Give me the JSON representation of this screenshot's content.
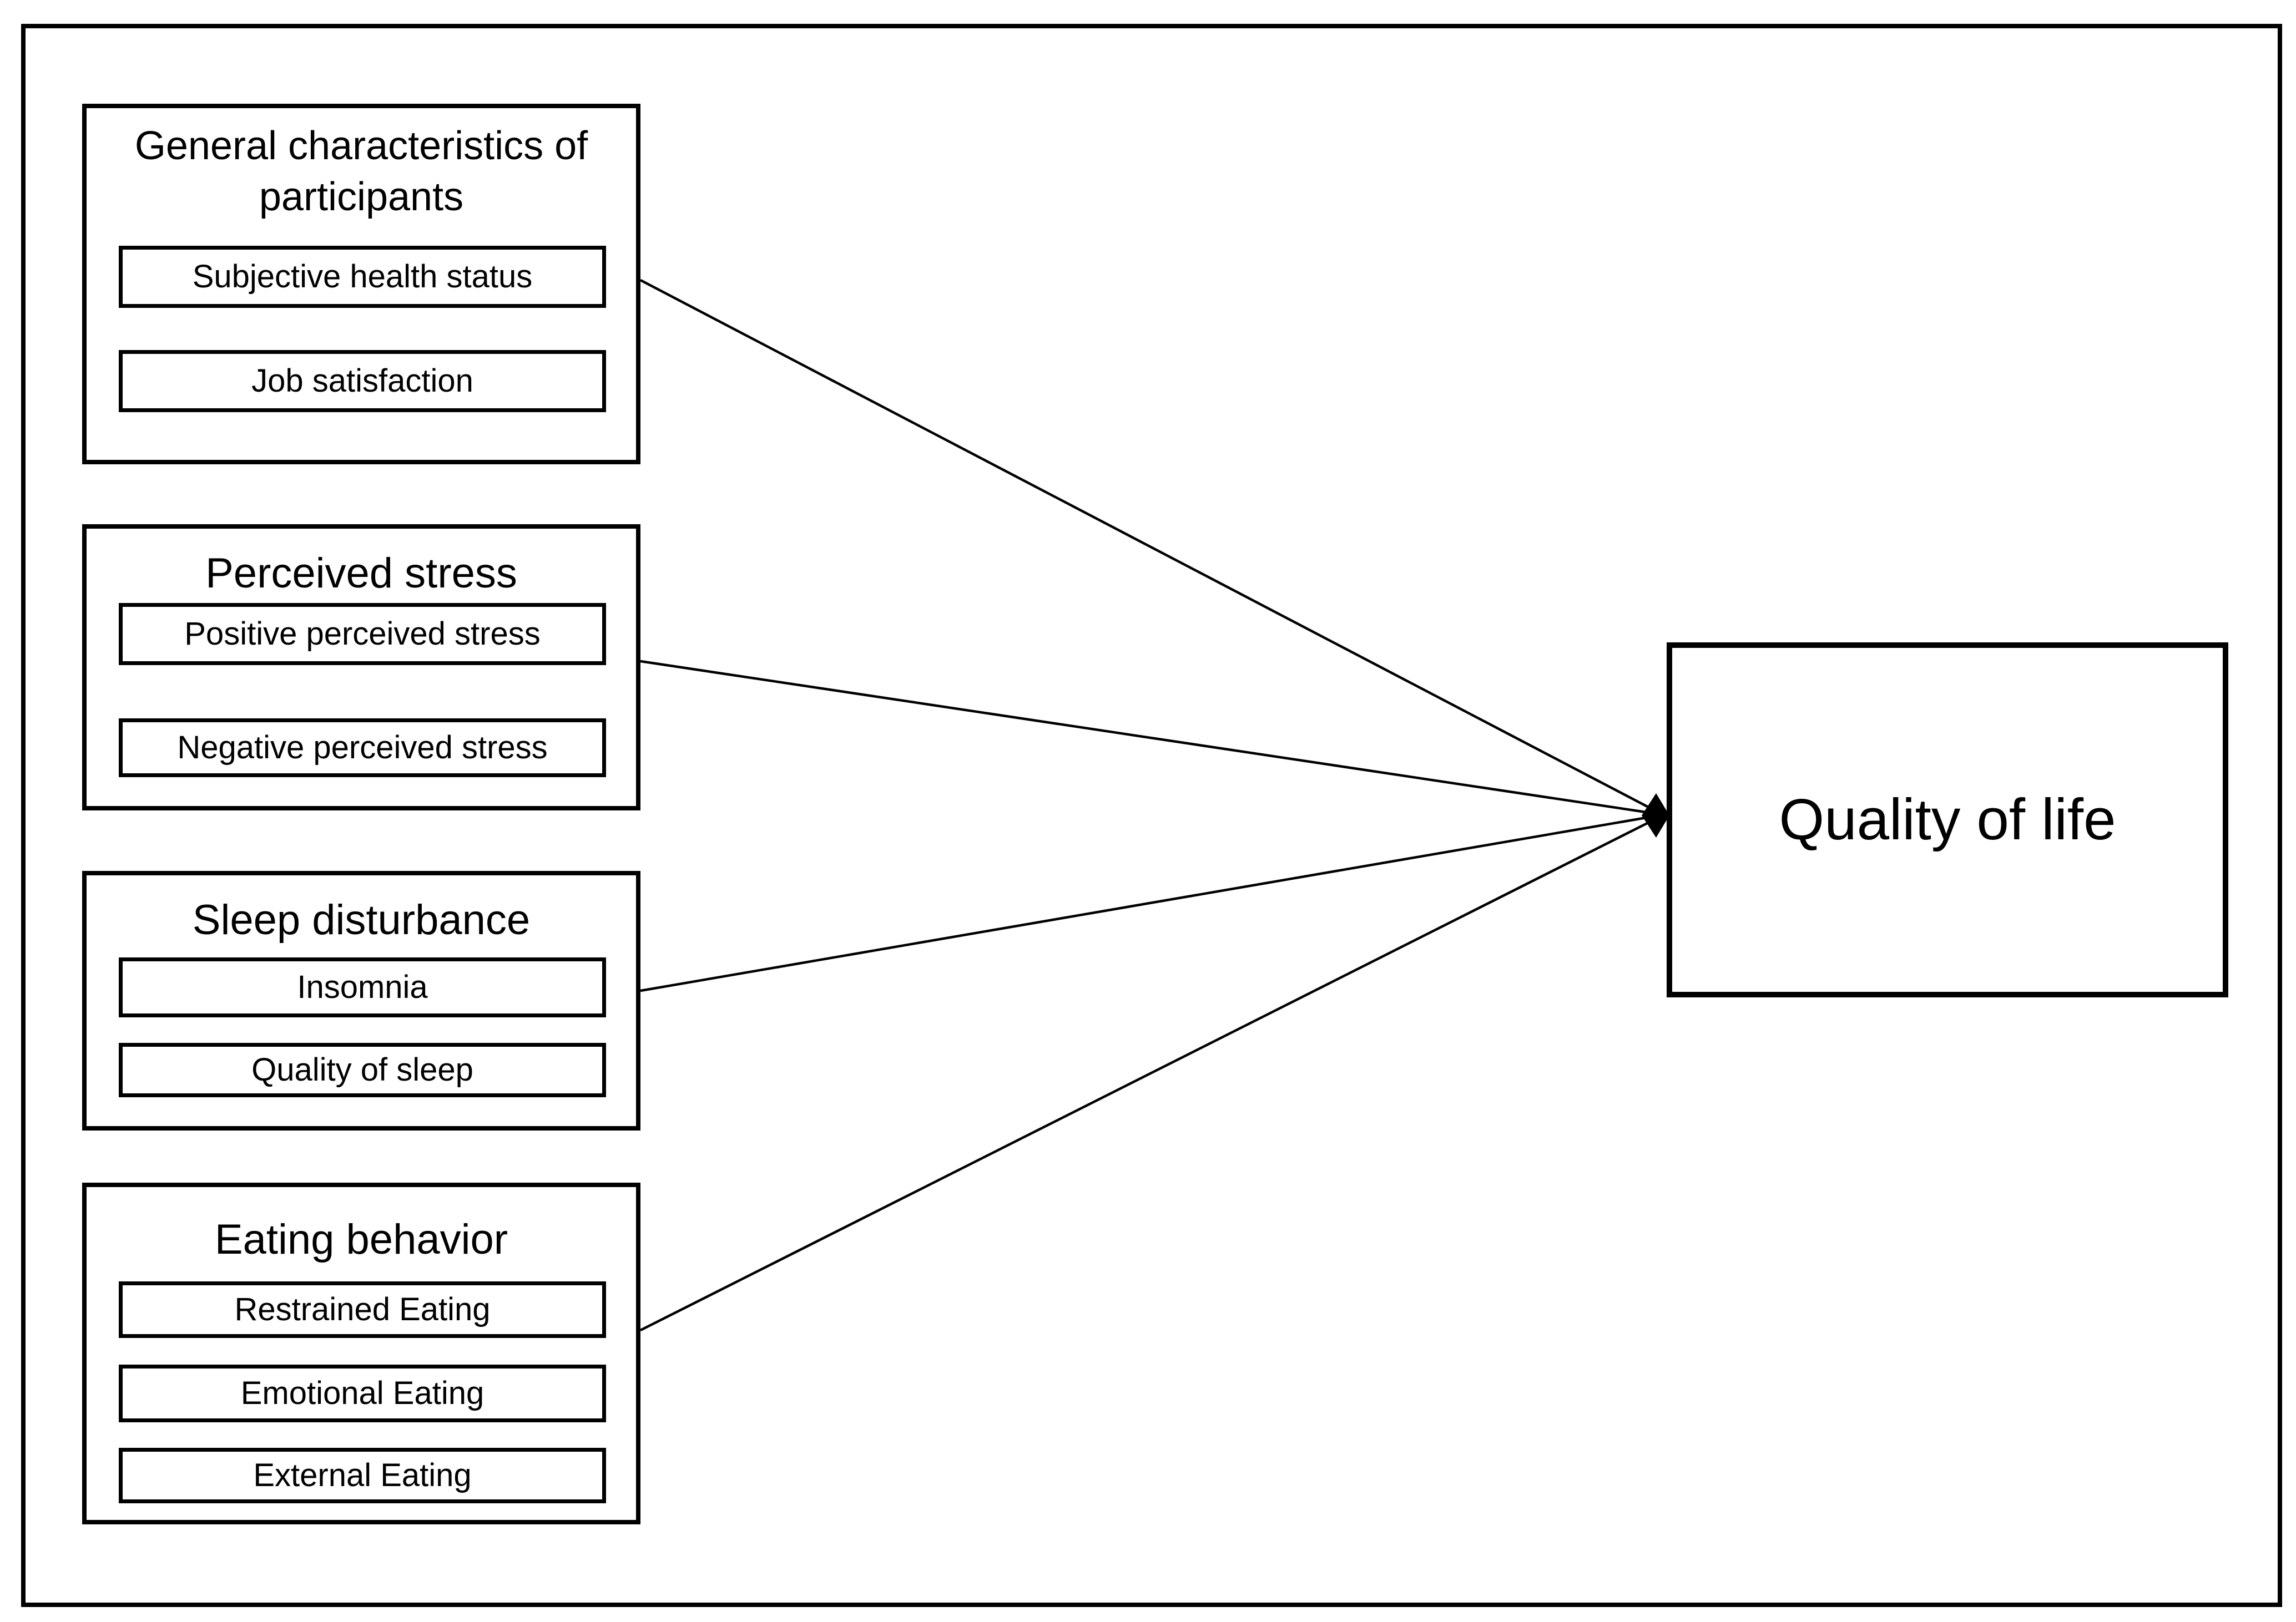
{
  "figure": {
    "groups": [
      {
        "title": "General characteristics of participants",
        "items": [
          "Subjective health status",
          "Job satisfaction"
        ]
      },
      {
        "title": "Perceived stress",
        "items": [
          "Positive perceived stress",
          "Negative perceived stress"
        ]
      },
      {
        "title": "Sleep disturbance",
        "items": [
          "Insomnia",
          "Quality of sleep"
        ]
      },
      {
        "title": "Eating behavior",
        "items": [
          "Restrained Eating",
          "Emotional Eating",
          "External Eating"
        ]
      }
    ],
    "outcome": {
      "label": "Quality of life"
    },
    "colors": {
      "ink": "#000000",
      "paper": "#ffffff"
    }
  }
}
